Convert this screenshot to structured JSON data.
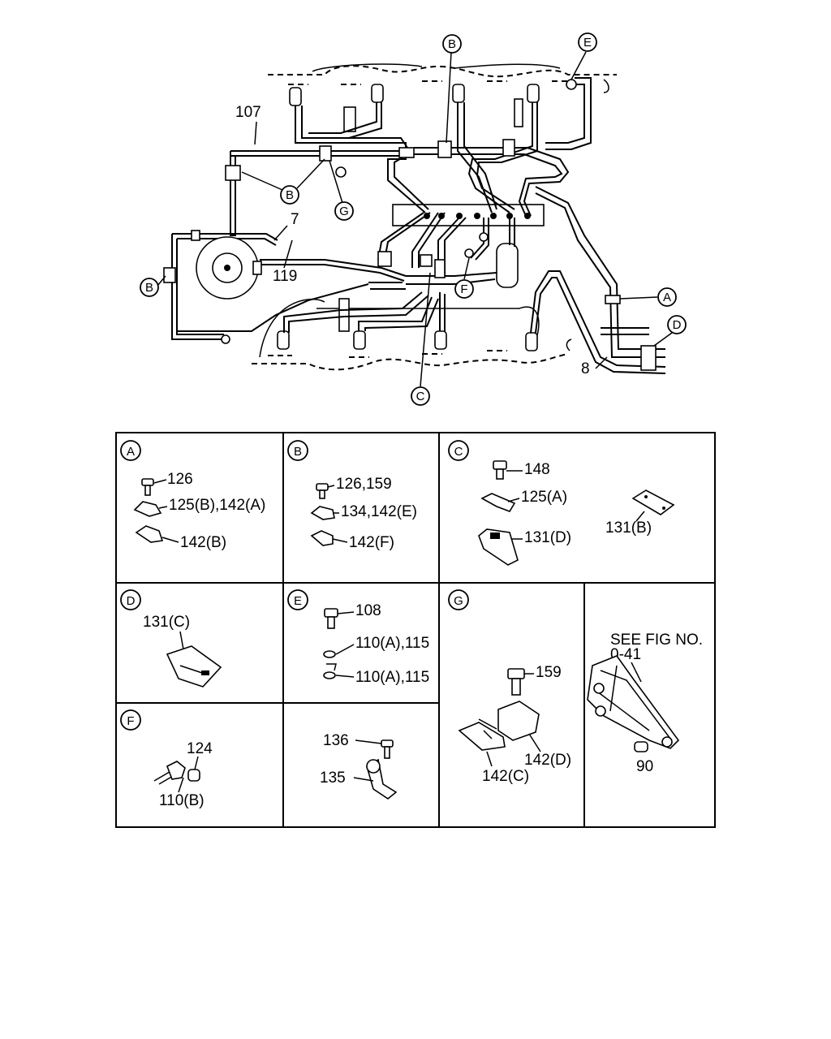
{
  "main_diagram": {
    "labels": {
      "l107": "107",
      "l7": "7",
      "l119": "119",
      "l8": "8"
    },
    "callouts": {
      "top_b": "B",
      "top_e": "E",
      "mid_b": "B",
      "g": "G",
      "left_b": "B",
      "f": "F",
      "c": "C",
      "a": "A",
      "d": "D"
    }
  },
  "detail_panels": {
    "A": {
      "letter": "A",
      "items": [
        "126",
        "125(B),142(A)",
        "142(B)"
      ]
    },
    "B": {
      "letter": "B",
      "items": [
        "126,159",
        "134,142(E)",
        "142(F)"
      ]
    },
    "C": {
      "letter": "C",
      "items": [
        "148",
        "125(A)",
        "131(D)",
        "131(B)"
      ]
    },
    "D": {
      "letter": "D",
      "items": [
        "131(C)"
      ]
    },
    "E": {
      "letter": "E",
      "items": [
        "108",
        "110(A),115",
        "110(A),115"
      ]
    },
    "G": {
      "letter": "G",
      "items": [
        "159",
        "142(D)",
        "142(C)"
      ]
    },
    "fig_ref": {
      "line1": "SEE FIG NO.",
      "line2": "0-41",
      "item": "90"
    },
    "F": {
      "letter": "F",
      "items": [
        "124",
        "110(B)"
      ]
    },
    "unlabeled": {
      "items": [
        "136",
        "135"
      ]
    }
  }
}
